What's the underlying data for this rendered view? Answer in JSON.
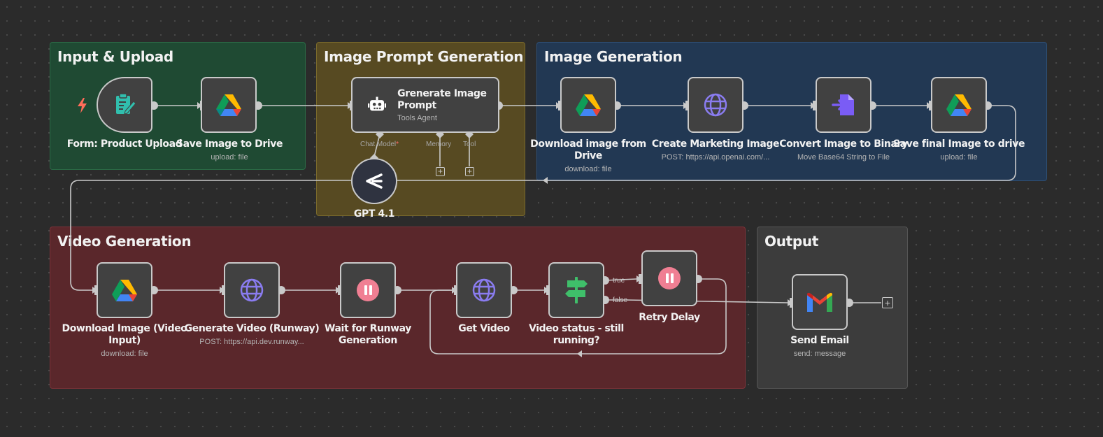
{
  "groups": {
    "input": {
      "title": "Input & Upload",
      "color": "#1f4a33",
      "border": "#2b6b46"
    },
    "prompt": {
      "title": "Image Prompt Generation",
      "color": "#574a22",
      "border": "#7a6a2c"
    },
    "image": {
      "title": "Image Generation",
      "color": "#223853",
      "border": "#2e4f75"
    },
    "video": {
      "title": "Video Generation",
      "color": "#5a272b",
      "border": "#7c3238"
    },
    "output": {
      "title": "Output",
      "color": "#3c3c3c",
      "border": "#555555"
    }
  },
  "nodes": {
    "form": {
      "label": "Form: Product Upload",
      "icon": "form-icon"
    },
    "save_drive": {
      "label": "Save Image to Drive",
      "sub": "upload: file",
      "icon": "google-drive-icon"
    },
    "agent": {
      "title": "Grenerate Image Prompt",
      "sub": "Tools Agent",
      "icon": "robot-icon"
    },
    "gpt": {
      "label": "GPT 4.1",
      "icon": "openai-icon"
    },
    "download_drive": {
      "label": "Download image from Drive",
      "sub": "download: file",
      "icon": "google-drive-icon"
    },
    "marketing": {
      "label": "Create Marketing Image",
      "sub": "POST: https://api.openai.com/...",
      "icon": "globe-icon"
    },
    "convert": {
      "label": "Convert Image to Binary",
      "sub": "Move Base64 String to File",
      "icon": "convert-file-icon"
    },
    "save_final": {
      "label": "Save final Image to drive",
      "sub": "upload: file",
      "icon": "google-drive-icon"
    },
    "download_video": {
      "label": "Download Image (Video Input)",
      "sub": "download: file",
      "icon": "google-drive-icon"
    },
    "gen_video": {
      "label": "Generate Video (Runway)",
      "sub": "POST: https://api.dev.runway...",
      "icon": "globe-icon"
    },
    "wait": {
      "label": "Wait for Runway Generation",
      "icon": "pause-icon"
    },
    "get_video": {
      "label": "Get Video",
      "icon": "globe-icon"
    },
    "status": {
      "label": "Video status - still running?",
      "icon": "signpost-icon"
    },
    "retry": {
      "label": "Retry Delay",
      "icon": "pause-icon"
    },
    "email": {
      "label": "Send Email",
      "sub": "send: message",
      "icon": "gmail-icon"
    }
  },
  "ports": {
    "chat_model": "Chat Model",
    "required_mark": "*",
    "memory": "Memory",
    "tool": "Tool"
  },
  "branches": {
    "true": "true",
    "false": "false"
  },
  "colors": {
    "wire": "#c9c9c9",
    "globe": "#8a7cf0",
    "pause": "#f07f93",
    "signpost": "#3fbf6a",
    "trigger_bolt": "#ff6d5a",
    "form": "#31bfae",
    "convert": "#7a5cf5"
  }
}
